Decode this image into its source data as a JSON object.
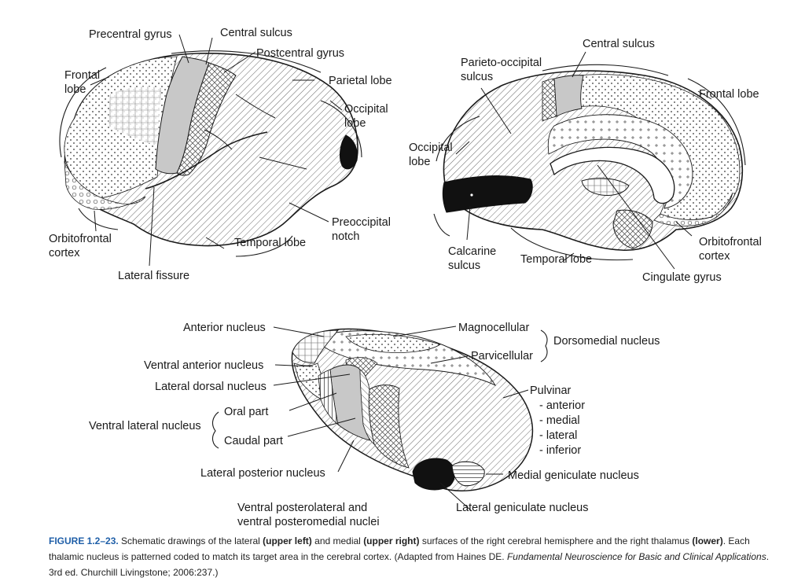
{
  "lateral_view": {
    "labels": {
      "precentral_gyrus": "Precentral gyrus",
      "central_sulcus": "Central sulcus",
      "postcentral_gyrus": "Postcentral gyrus",
      "parietal_lobe": "Parietal lobe",
      "frontal_lobe": [
        "Frontal",
        "lobe"
      ],
      "occipital_lobe": [
        "Occipital",
        "lobe"
      ],
      "orbitofrontal_cortex": [
        "Orbitofrontal",
        "cortex"
      ],
      "temporal_lobe": "Temporal lobe",
      "preoccipital_notch": [
        "Preoccipital",
        "notch"
      ],
      "lateral_fissure": "Lateral fissure"
    }
  },
  "medial_view": {
    "labels": {
      "central_sulcus": "Central sulcus",
      "parieto_occipital_sulcus": [
        "Parieto-occipital",
        "sulcus"
      ],
      "frontal_lobe": "Frontal lobe",
      "occipital_lobe": [
        "Occipital",
        "lobe"
      ],
      "calcarine_sulcus": [
        "Calcarine",
        "sulcus"
      ],
      "temporal_lobe": "Temporal lobe",
      "orbitofrontal_cortex": [
        "Orbitofrontal",
        "cortex"
      ],
      "cingulate_gyrus": "Cingulate gyrus"
    }
  },
  "thalamus_view": {
    "labels": {
      "anterior_nucleus": "Anterior nucleus",
      "ventral_anterior_nucleus": "Ventral anterior nucleus",
      "lateral_dorsal_nucleus": "Lateral dorsal nucleus",
      "ventral_lateral_nucleus": "Ventral lateral nucleus",
      "oral_part": "Oral part",
      "caudal_part": "Caudal part",
      "lateral_posterior_nucleus": "Lateral posterior nucleus",
      "ventral_posterolateral": [
        "Ventral posterolateral and",
        "ventral posteromedial nuclei"
      ],
      "magnocellular": "Magnocellular",
      "parvicellular": "Parvicellular",
      "dorsomedial_nucleus": "Dorsomedial nucleus",
      "pulvinar": "Pulvinar",
      "pulvinar_parts": [
        "- anterior",
        "- medial",
        "- lateral",
        "- inferior"
      ],
      "medial_geniculate_nucleus": "Medial geniculate nucleus",
      "lateral_geniculate_nucleus": "Lateral geniculate nucleus"
    }
  },
  "caption": {
    "figure_number": "FIGURE 1.2–23.",
    "text_1": " Schematic drawings of the lateral ",
    "bold_1": "(upper left)",
    "text_2": " and medial ",
    "bold_2": "(upper right)",
    "text_3": " surfaces of the right cerebral hemisphere and the right thalamus ",
    "bold_3": "(lower)",
    "text_4": ". Each thalamic nucleus is patterned coded to match its target area in the cerebral cortex. (Adapted from Haines DE. ",
    "italic_1": "Fundamental Neuroscience for Basic and Clinical Applications",
    "text_5": ". 3rd ed. Churchill Livingstone; 2006:237.)"
  },
  "colors": {
    "ink": "#1a1a1a",
    "gray_fill": "#c8c8c8",
    "black_fill": "#111111",
    "caption_accent": "#1f5fa8"
  }
}
